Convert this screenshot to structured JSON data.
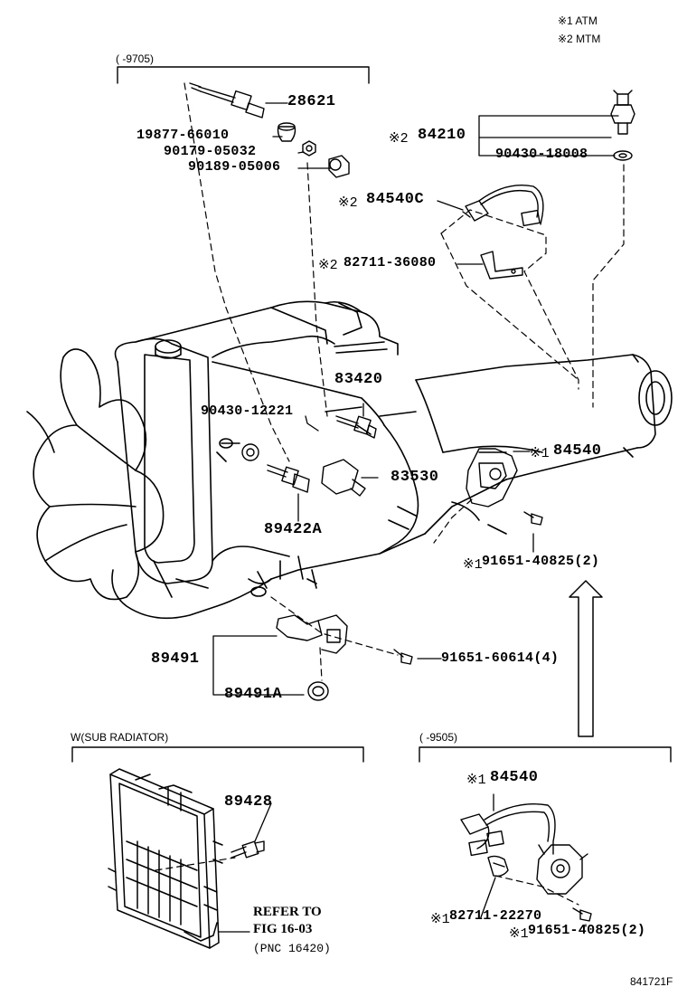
{
  "legend": {
    "note1": "※1 ATM",
    "note2": "※2 MTM"
  },
  "groups": {
    "top_left": "(      -9705)",
    "bottom_left": "W(SUB RADIATOR)",
    "bottom_right": "(      -9505)"
  },
  "parts": {
    "p28621": "28621",
    "p19877": "19877-66010",
    "p90179": "90179-05032",
    "p90189": "90189-05006",
    "p84210": "84210",
    "p84210_mark": "※2",
    "p90430_18008": "90430-18008",
    "p84540C": "84540C",
    "p84540C_mark": "※2",
    "p82711_36080": "82711-36080",
    "p82711_36080_mark": "※2",
    "p83420": "83420",
    "p90430_12221": "90430-12221",
    "p84540": "84540",
    "p84540_mark": "※1",
    "p83530": "83530",
    "p89422A": "89422A",
    "p91651_40825": "91651-40825(2)",
    "p91651_40825_mark": "※1",
    "p89491": "89491",
    "p91651_60614": "91651-60614(4)",
    "p89491A": "89491A",
    "p89428": "89428",
    "p84540b": "84540",
    "p84540b_mark": "※1",
    "p82711_22270": "82711-22270",
    "p82711_22270_mark": "※1",
    "p91651_40825b": "91651-40825(2)",
    "p91651_40825b_mark": "※1"
  },
  "refer": {
    "line1": "REFER TO",
    "line2": "FIG 16-03",
    "line3": "(PNC 16420)"
  },
  "figure_id": "841721F"
}
